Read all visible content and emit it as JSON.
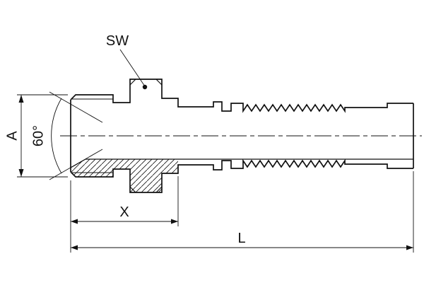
{
  "drawing": {
    "labels": {
      "wrench_size": "SW",
      "diameter": "A",
      "cone_angle": "60°",
      "dim_x": "X",
      "dim_length": "L"
    },
    "colors": {
      "line": "#111111",
      "background": "#ffffff"
    }
  }
}
